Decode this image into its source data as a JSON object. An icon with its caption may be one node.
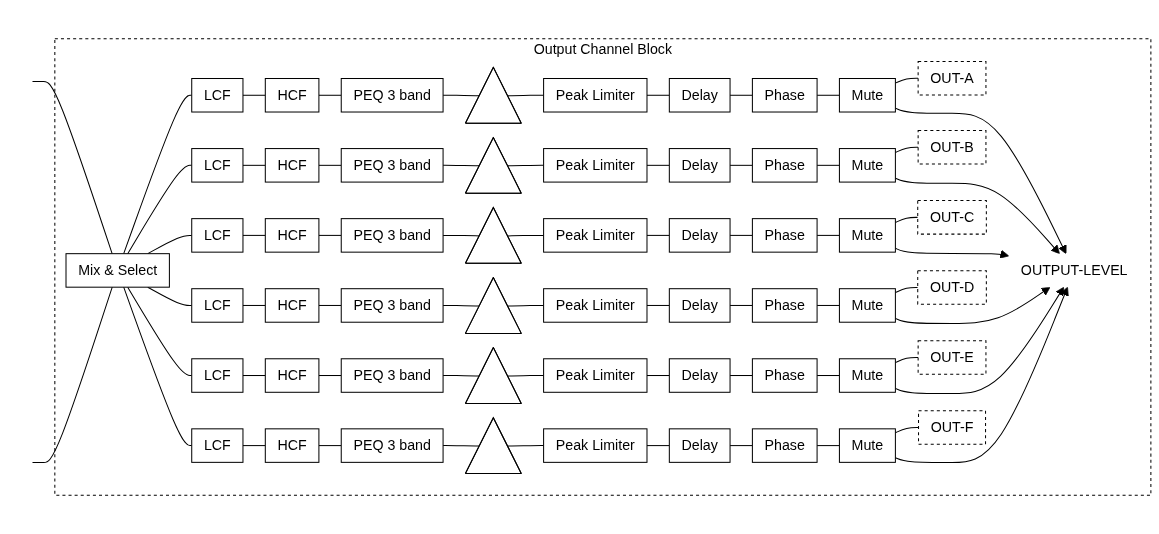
{
  "diagram": {
    "nodes": [
      {
        "text": [
          "Output Channel Block"
        ]
      },
      {
        "text": [
          "OUTPUT-LEVEL"
        ],
        "in": 0
      },
      {
        "text": [
          "Mix & Select"
        ],
        "in": 0
      },
      {
        "text": [
          "LCF"
        ],
        "in": 0
      },
      {
        "text": [
          "HCF"
        ],
        "in": 0
      },
      {
        "text": [
          "PEQ 3 band"
        ],
        "in": 0
      },
      {
        "text": [],
        "shape": "triangle",
        "in": 0
      },
      {
        "text": [
          "Peak Limiter"
        ],
        "in": 0
      },
      {
        "text": [
          "Delay"
        ],
        "in": 0
      },
      {
        "text": [
          "Phase"
        ],
        "in": 0
      },
      {
        "text": [
          "Mute"
        ],
        "in": 0
      },
      {
        "text": [
          "OUT-A"
        ],
        "in": 0
      },
      {
        "text": [
          "LCF"
        ],
        "in": 0
      },
      {
        "text": [
          "HCF"
        ],
        "in": 0
      },
      {
        "text": [
          "PEQ 3 band"
        ],
        "in": 0
      },
      {
        "text": [],
        "shape": "triangle",
        "in": 0
      },
      {
        "text": [
          "Peak Limiter"
        ],
        "in": 0
      },
      {
        "text": [
          "Delay"
        ],
        "in": 0
      },
      {
        "text": [
          "Phase"
        ],
        "in": 0
      },
      {
        "text": [
          "Mute"
        ],
        "in": 0
      },
      {
        "text": [
          "OUT-B"
        ],
        "in": 0
      },
      {
        "text": [
          "LCF"
        ],
        "in": 0
      },
      {
        "text": [
          "HCF"
        ],
        "in": 0
      },
      {
        "text": [
          "PEQ 3 band"
        ],
        "in": 0
      },
      {
        "text": [],
        "shape": "triangle",
        "in": 0
      },
      {
        "text": [
          "Peak Limiter"
        ],
        "in": 0
      },
      {
        "text": [
          "Delay"
        ],
        "in": 0
      },
      {
        "text": [
          "Phase"
        ],
        "in": 0
      },
      {
        "text": [
          "Mute"
        ],
        "in": 0
      },
      {
        "text": [
          "OUT-C"
        ],
        "in": 0
      },
      {
        "text": [
          "LCF"
        ],
        "in": 0
      },
      {
        "text": [
          "HCF"
        ],
        "in": 0
      },
      {
        "text": [
          "PEQ 3 band"
        ],
        "in": 0
      },
      {
        "text": [],
        "shape": "triangle",
        "in": 0
      },
      {
        "text": [
          "Peak Limiter"
        ],
        "in": 0
      },
      {
        "text": [
          "Delay"
        ],
        "in": 0
      },
      {
        "text": [
          "Phase"
        ],
        "in": 0
      },
      {
        "text": [
          "Mute"
        ],
        "in": 0
      },
      {
        "text": [
          "OUT-D"
        ],
        "in": 0
      },
      {
        "text": [
          "LCF"
        ],
        "in": 0
      },
      {
        "text": [
          "HCF"
        ],
        "in": 0
      },
      {
        "text": [
          "PEQ 3 band"
        ],
        "in": 0
      },
      {
        "text": [],
        "shape": "triangle",
        "in": 0
      },
      {
        "text": [
          "Peak Limiter"
        ],
        "in": 0
      },
      {
        "text": [
          "Delay"
        ],
        "in": 0
      },
      {
        "text": [
          "Phase"
        ],
        "in": 0
      },
      {
        "text": [
          "Mute"
        ],
        "in": 0
      },
      {
        "text": [
          "OUT-E"
        ],
        "in": 0
      },
      {
        "text": [
          "LCF"
        ],
        "in": 0
      },
      {
        "text": [
          "HCF"
        ],
        "in": 0
      },
      {
        "text": [
          "PEQ 3 band"
        ],
        "in": 0
      },
      {
        "text": [],
        "shape": "triangle",
        "in": 0
      },
      {
        "text": [
          "Peak Limiter"
        ],
        "in": 0
      },
      {
        "text": [
          "Delay"
        ],
        "in": 0
      },
      {
        "text": [
          "Phase"
        ],
        "in": 0
      },
      {
        "text": [
          "Mute"
        ],
        "in": 0
      },
      {
        "text": [
          "OUT-F"
        ],
        "in": 0
      }
    ],
    "edges": [
      {
        "from": null,
        "to": 2,
        "arrow": "none"
      },
      {
        "from": null,
        "to": 2,
        "arrow": "none"
      },
      {
        "from": 2,
        "to": 3,
        "arrow": "none"
      },
      {
        "from": 3,
        "to": 4,
        "arrow": "none"
      },
      {
        "from": 4,
        "to": 5,
        "arrow": "none"
      },
      {
        "from": 5,
        "to": 6,
        "arrow": "none"
      },
      {
        "from": 6,
        "to": 7,
        "arrow": "none"
      },
      {
        "from": 7,
        "to": 8,
        "arrow": "none"
      },
      {
        "from": 8,
        "to": 9,
        "arrow": "none"
      },
      {
        "from": 9,
        "to": 10,
        "arrow": "none"
      },
      {
        "from": 10,
        "to": 11,
        "arrow": "none"
      },
      {
        "from": 10,
        "to": 1,
        "arrow": "to"
      },
      {
        "from": 2,
        "to": 12,
        "arrow": "none"
      },
      {
        "from": 12,
        "to": 13,
        "arrow": "none"
      },
      {
        "from": 13,
        "to": 14,
        "arrow": "none"
      },
      {
        "from": 14,
        "to": 15,
        "arrow": "none"
      },
      {
        "from": 15,
        "to": 16,
        "arrow": "none"
      },
      {
        "from": 16,
        "to": 17,
        "arrow": "none"
      },
      {
        "from": 17,
        "to": 18,
        "arrow": "none"
      },
      {
        "from": 18,
        "to": 19,
        "arrow": "none"
      },
      {
        "from": 19,
        "to": 20,
        "arrow": "none"
      },
      {
        "from": 19,
        "to": 1,
        "arrow": "to"
      },
      {
        "from": 2,
        "to": 21,
        "arrow": "none"
      },
      {
        "from": 21,
        "to": 22,
        "arrow": "none"
      },
      {
        "from": 22,
        "to": 23,
        "arrow": "none"
      },
      {
        "from": 23,
        "to": 24,
        "arrow": "none"
      },
      {
        "from": 24,
        "to": 25,
        "arrow": "none"
      },
      {
        "from": 25,
        "to": 26,
        "arrow": "none"
      },
      {
        "from": 26,
        "to": 27,
        "arrow": "none"
      },
      {
        "from": 27,
        "to": 28,
        "arrow": "none"
      },
      {
        "from": 28,
        "to": 29,
        "arrow": "none"
      },
      {
        "from": 28,
        "to": 1,
        "arrow": "to"
      },
      {
        "from": 2,
        "to": 30,
        "arrow": "none"
      },
      {
        "from": 30,
        "to": 31,
        "arrow": "none"
      },
      {
        "from": 31,
        "to": 32,
        "arrow": "none"
      },
      {
        "from": 32,
        "to": 33,
        "arrow": "none"
      },
      {
        "from": 33,
        "to": 34,
        "arrow": "none"
      },
      {
        "from": 34,
        "to": 35,
        "arrow": "none"
      },
      {
        "from": 35,
        "to": 36,
        "arrow": "none"
      },
      {
        "from": 36,
        "to": 37,
        "arrow": "none"
      },
      {
        "from": 37,
        "to": 38,
        "arrow": "none"
      },
      {
        "from": 37,
        "to": 1,
        "arrow": "to"
      },
      {
        "from": 2,
        "to": 39,
        "arrow": "none"
      },
      {
        "from": 39,
        "to": 40,
        "arrow": "none"
      },
      {
        "from": 40,
        "to": 41,
        "arrow": "none"
      },
      {
        "from": 41,
        "to": 42,
        "arrow": "none"
      },
      {
        "from": 42,
        "to": 43,
        "arrow": "none"
      },
      {
        "from": 43,
        "to": 44,
        "arrow": "none"
      },
      {
        "from": 44,
        "to": 45,
        "arrow": "none"
      },
      {
        "from": 45,
        "to": 46,
        "arrow": "none"
      },
      {
        "from": 46,
        "to": 47,
        "arrow": "none"
      },
      {
        "from": 46,
        "to": 1,
        "arrow": "to"
      },
      {
        "from": 2,
        "to": 48,
        "arrow": "none"
      },
      {
        "from": 48,
        "to": 49,
        "arrow": "none"
      },
      {
        "from": 49,
        "to": 50,
        "arrow": "none"
      },
      {
        "from": 50,
        "to": 51,
        "arrow": "none"
      },
      {
        "from": 51,
        "to": 52,
        "arrow": "none"
      },
      {
        "from": 52,
        "to": 53,
        "arrow": "none"
      },
      {
        "from": 53,
        "to": 54,
        "arrow": "none"
      },
      {
        "from": 54,
        "to": 55,
        "arrow": "none"
      },
      {
        "from": 55,
        "to": 56,
        "arrow": "none"
      },
      {
        "from": 55,
        "to": 1,
        "arrow": "to"
      }
    ]
  }
}
